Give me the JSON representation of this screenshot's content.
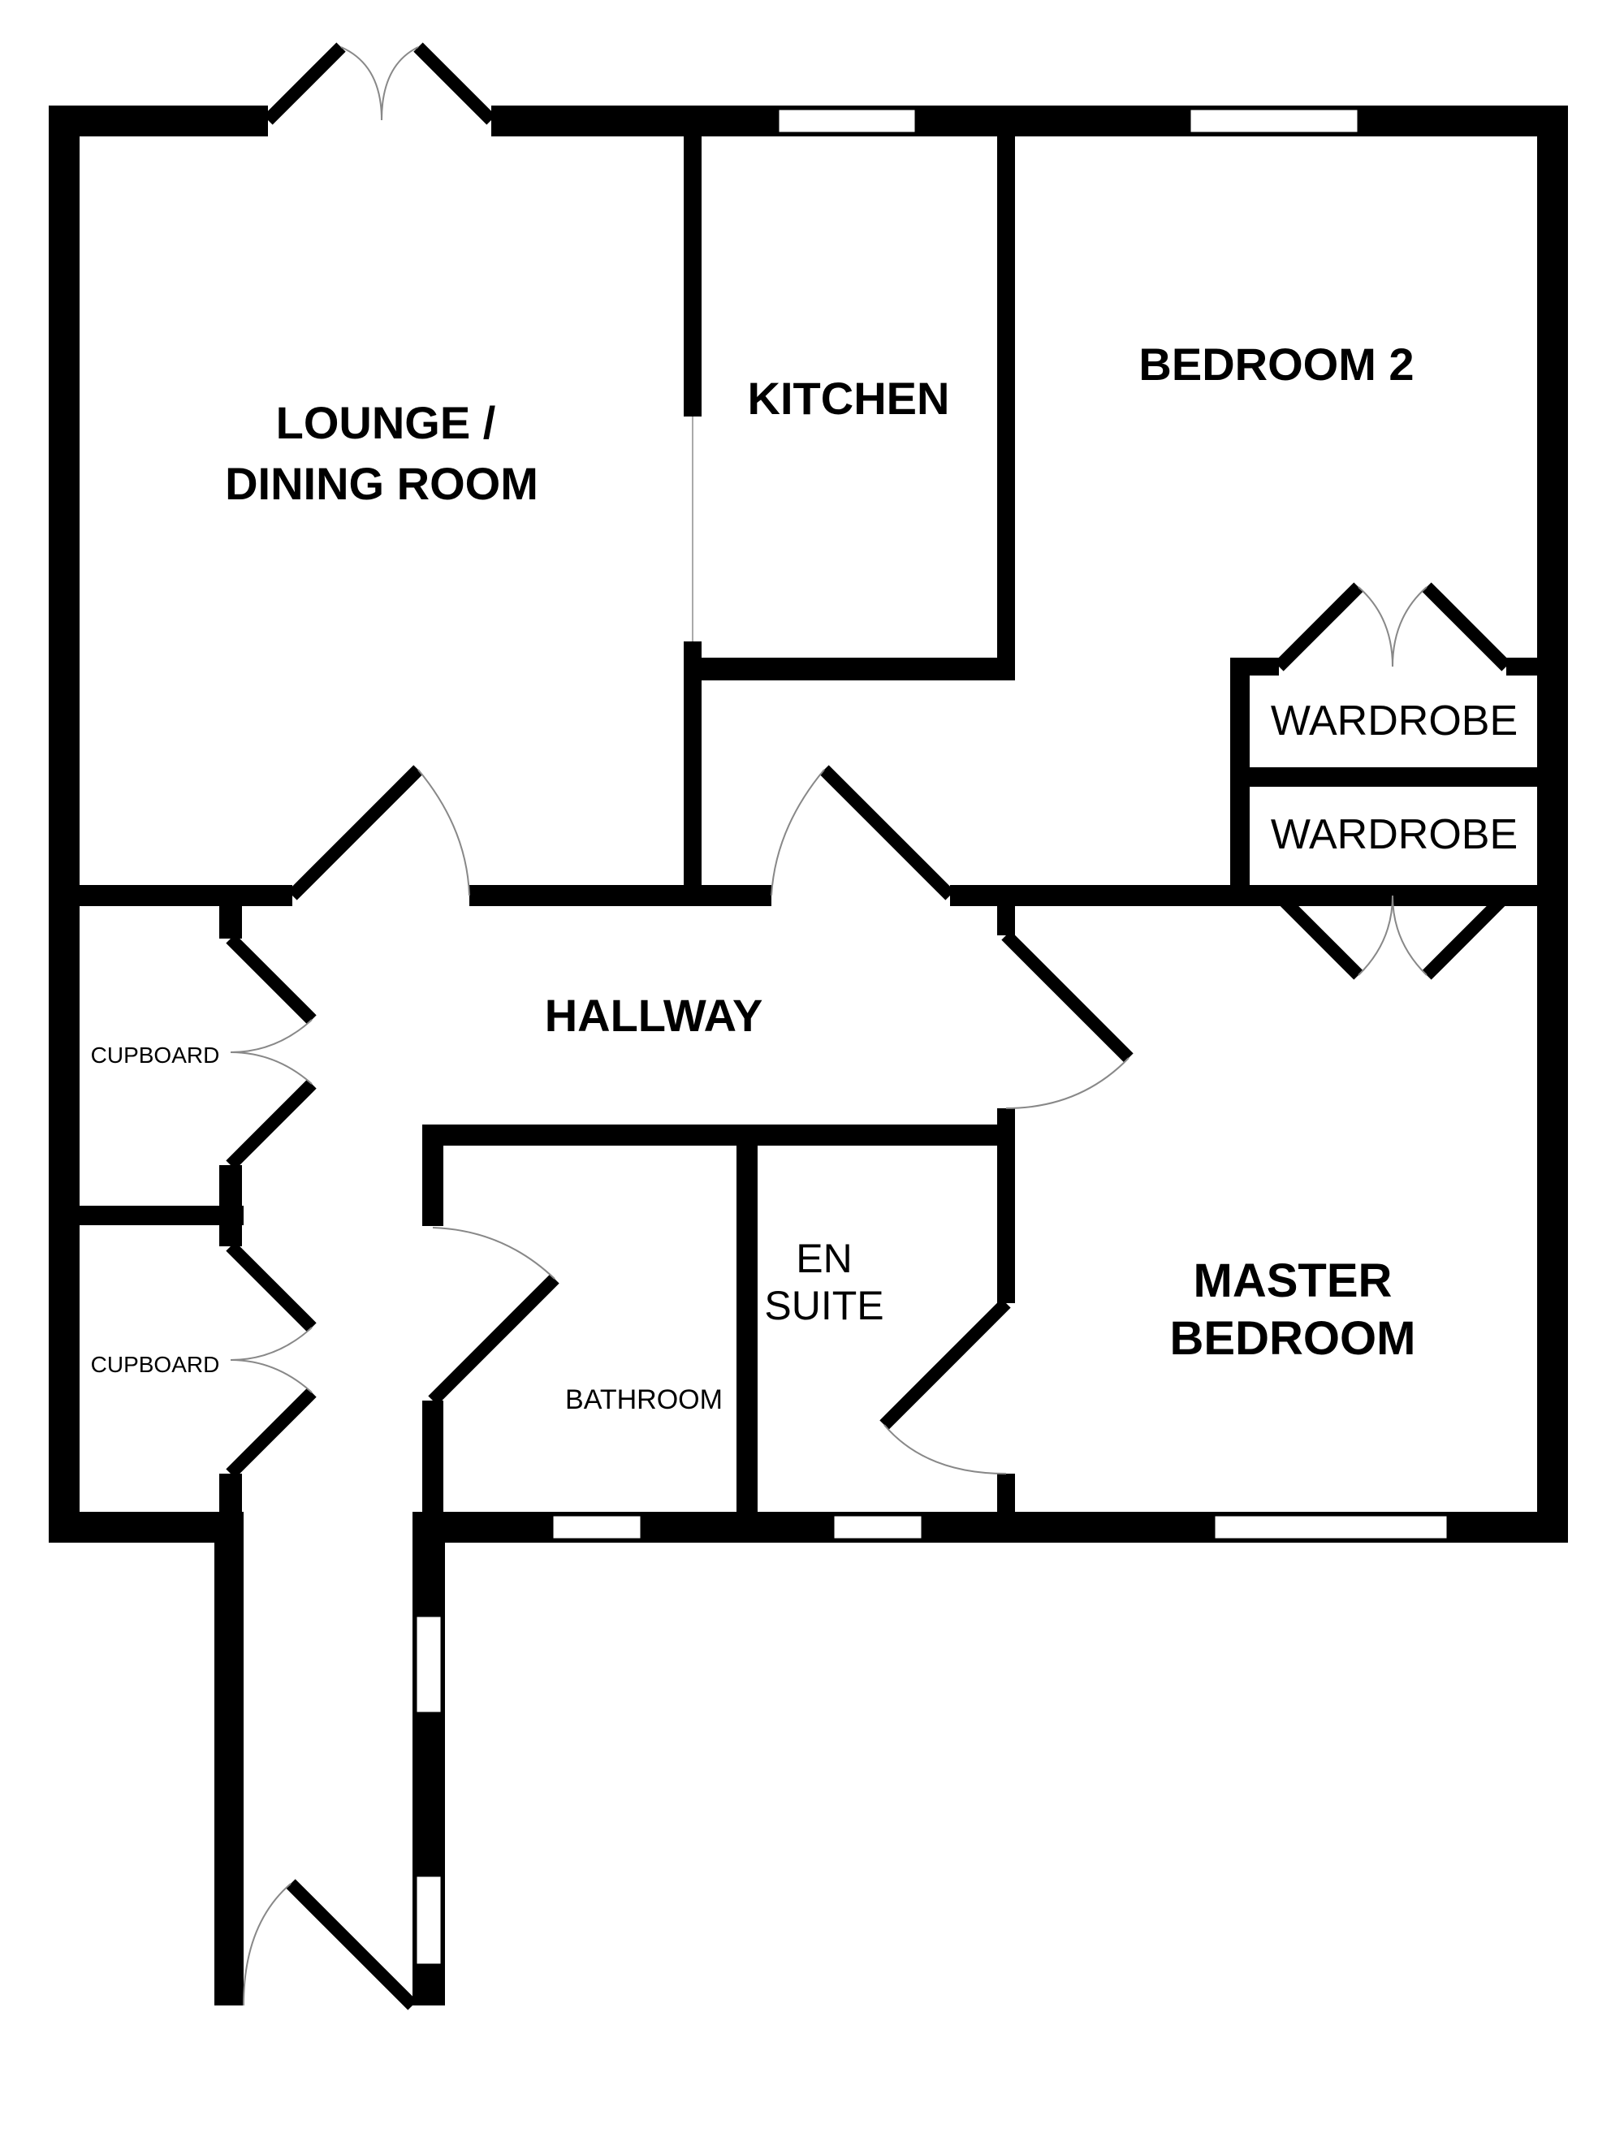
{
  "rooms": {
    "lounge_line1": "LOUNGE /",
    "lounge_line2": "DINING ROOM",
    "kitchen": "KITCHEN",
    "bedroom2": "BEDROOM 2",
    "wardrobe_top": "WARDROBE",
    "wardrobe_bottom": "WARDROBE",
    "hallway": "HALLWAY",
    "cupboard_top": "CUPBOARD",
    "cupboard_bottom": "CUPBOARD",
    "ensuite_line1": "EN",
    "ensuite_line2": "SUITE",
    "bathroom": "BATHROOM",
    "master_line1": "MASTER",
    "master_line2": "BEDROOM"
  },
  "colors": {
    "wall": "#000000",
    "background": "#ffffff",
    "door_arc": "#888888"
  }
}
